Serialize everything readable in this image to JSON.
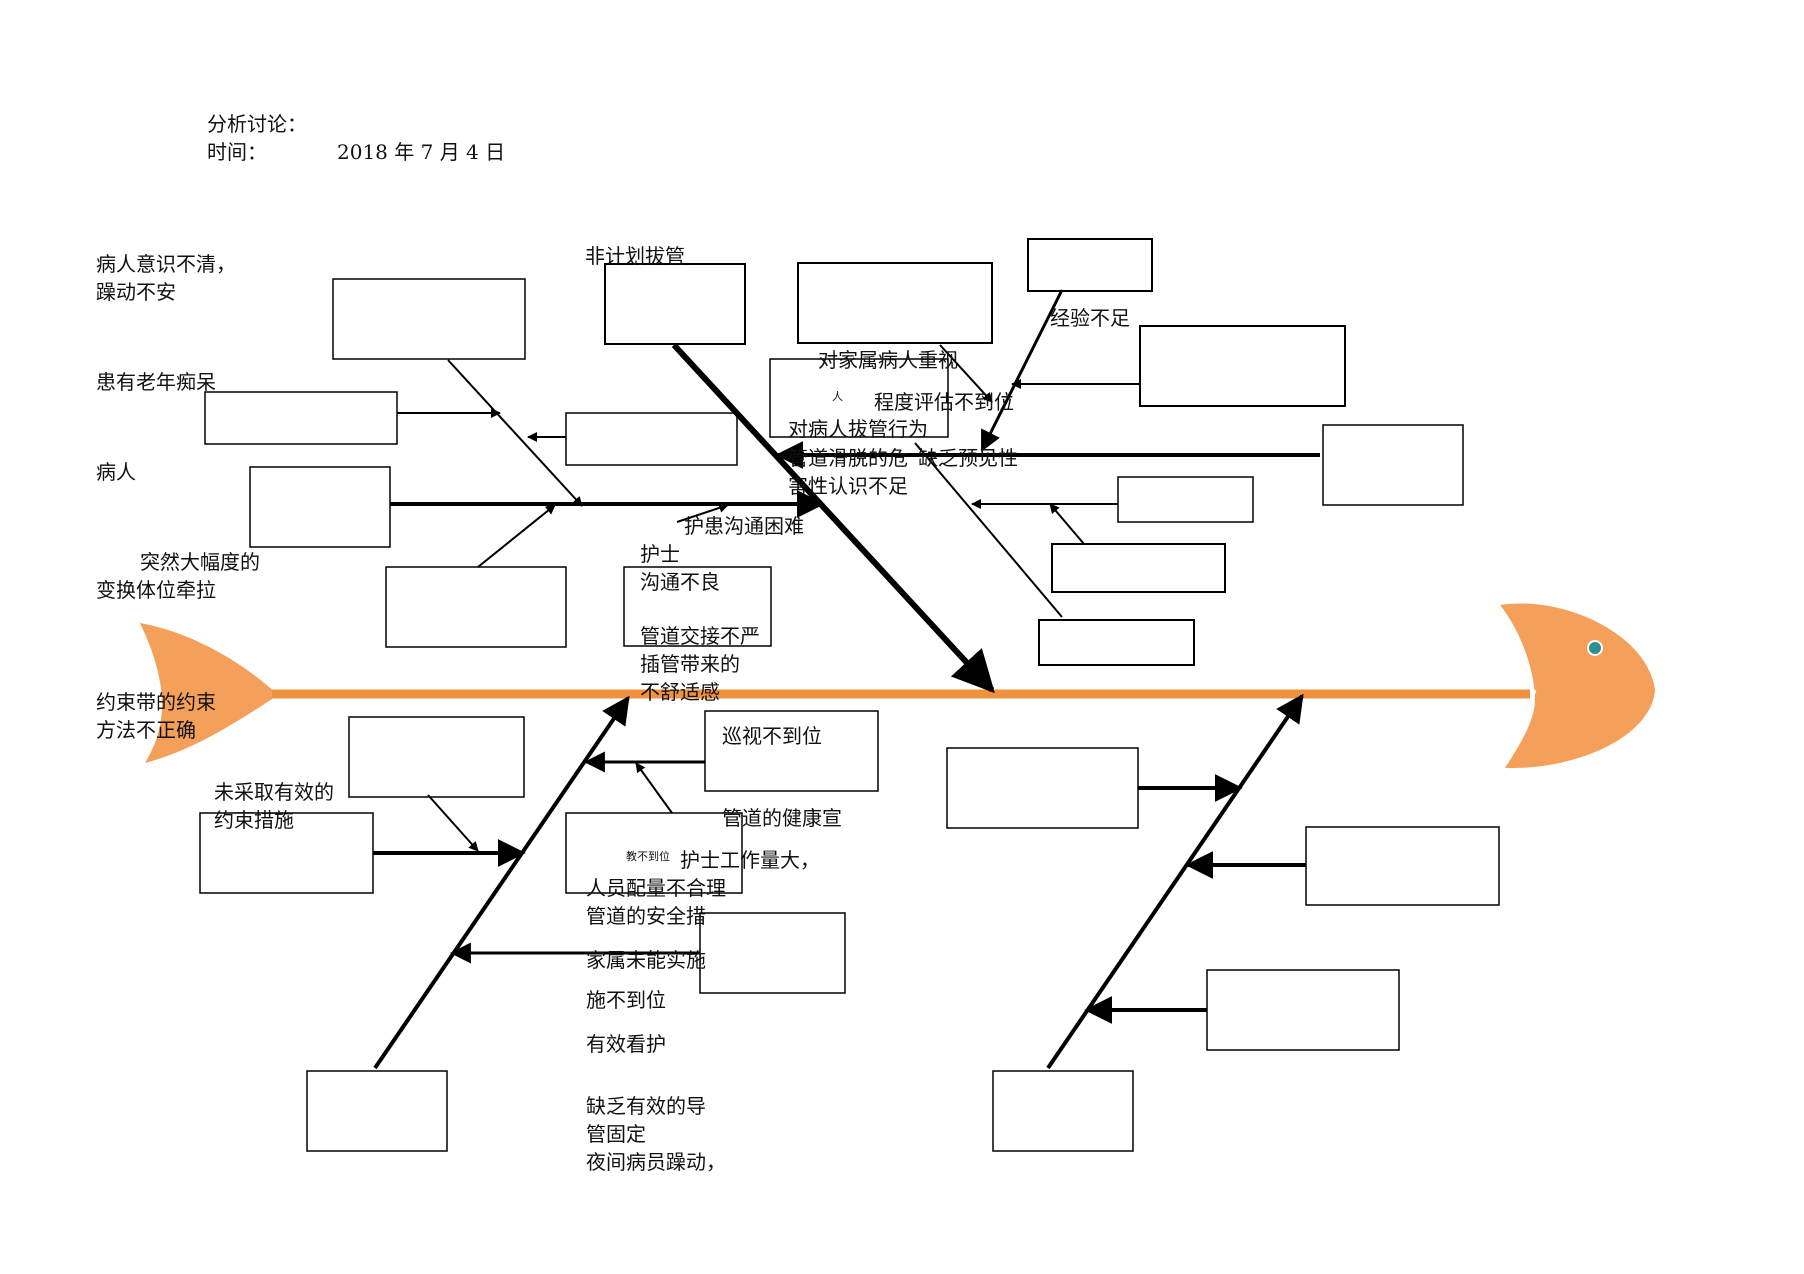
{
  "header": {
    "label": "分析讨论：",
    "time_label": "时间：",
    "date": "2018 年 7 月 4 日"
  },
  "diagram": {
    "head_problem": "非计划拔管",
    "text": {
      "t1": "病人意识不清，",
      "t2": "躁动不安",
      "t3": "患有老年痴呆",
      "t4": "病人",
      "t5": "突然大幅度的",
      "t6": "变换体位牵拉",
      "t7": "约束带的约束",
      "t8": "方法不正确",
      "t9": "未采取有效的",
      "t10": "约束措施",
      "t11": "经验不足",
      "t12": "对家属病人重视",
      "t13": "人",
      "t14": "程度评估不到位",
      "t15": "对病人拔管行为",
      "t16": "管道滑脱的危",
      "t17": "缺乏预见性",
      "t18": "害性认识不足",
      "t19": "护患沟通困难",
      "t20": "护士",
      "t21": "沟通不良",
      "t22": "管道交接不严",
      "t23": "插管带来的",
      "t24": "不舒适感",
      "t25": "巡视不到位",
      "t26": "管道的健康宣",
      "t27": "教不到位",
      "t28": "护士工作量大，",
      "t29": "人员配量不合理",
      "t30": "管道的安全措",
      "t31": "家属未能实施",
      "t32": "施不到位",
      "t33": "有效看护",
      "t34": "缺乏有效的导",
      "t35": "管固定",
      "t36": "夜间病员躁动，"
    }
  },
  "colors": {
    "fish": "#f4a05a",
    "spine": "#f0913f",
    "line": "#000000",
    "eye": "#2f8f8f"
  }
}
